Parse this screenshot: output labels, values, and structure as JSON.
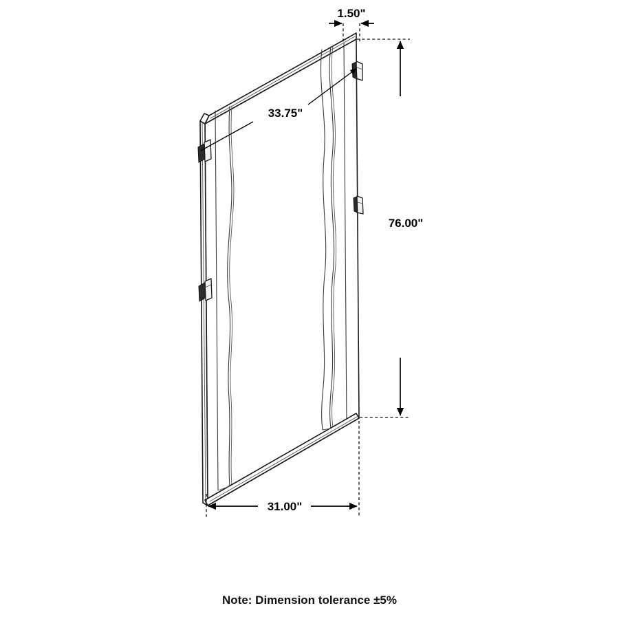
{
  "drawing": {
    "title": "Barn Door Dimension Drawing",
    "background_color": "#ffffff",
    "line_color": "#1a1a1a",
    "text_color": "#000000",
    "projection": "isometric",
    "subject": "live-edge barn door panel with surface-mount hinges"
  },
  "dimensions": {
    "thickness": {
      "label": "1.50\"",
      "name": "door-thickness",
      "orientation": "horizontal",
      "position": "top",
      "value": 1.5,
      "unit": "inch"
    },
    "height": {
      "label": "76.00\"",
      "name": "door-height",
      "orientation": "vertical",
      "position": "right",
      "value": 76.0,
      "unit": "inch"
    },
    "width": {
      "label": "31.00\"",
      "name": "door-width",
      "orientation": "horizontal",
      "position": "bottom",
      "value": 31.0,
      "unit": "inch"
    },
    "diagonal": {
      "label": "33.75\"",
      "name": "panel-diagonal",
      "orientation": "leader",
      "position": "upper-middle",
      "value": 33.75,
      "unit": "inch"
    }
  },
  "hardware": {
    "hinges": [
      {
        "name": "hinge-front-upper",
        "edge": "front-left",
        "index": 1
      },
      {
        "name": "hinge-front-lower",
        "edge": "front-left",
        "index": 2
      },
      {
        "name": "hinge-rear-upper",
        "edge": "rear-right",
        "index": 1
      },
      {
        "name": "hinge-rear-middle",
        "edge": "rear-right",
        "index": 2
      }
    ],
    "hinge_count": 4
  },
  "footer": {
    "note": "Note: Dimension tolerance ±5%"
  }
}
